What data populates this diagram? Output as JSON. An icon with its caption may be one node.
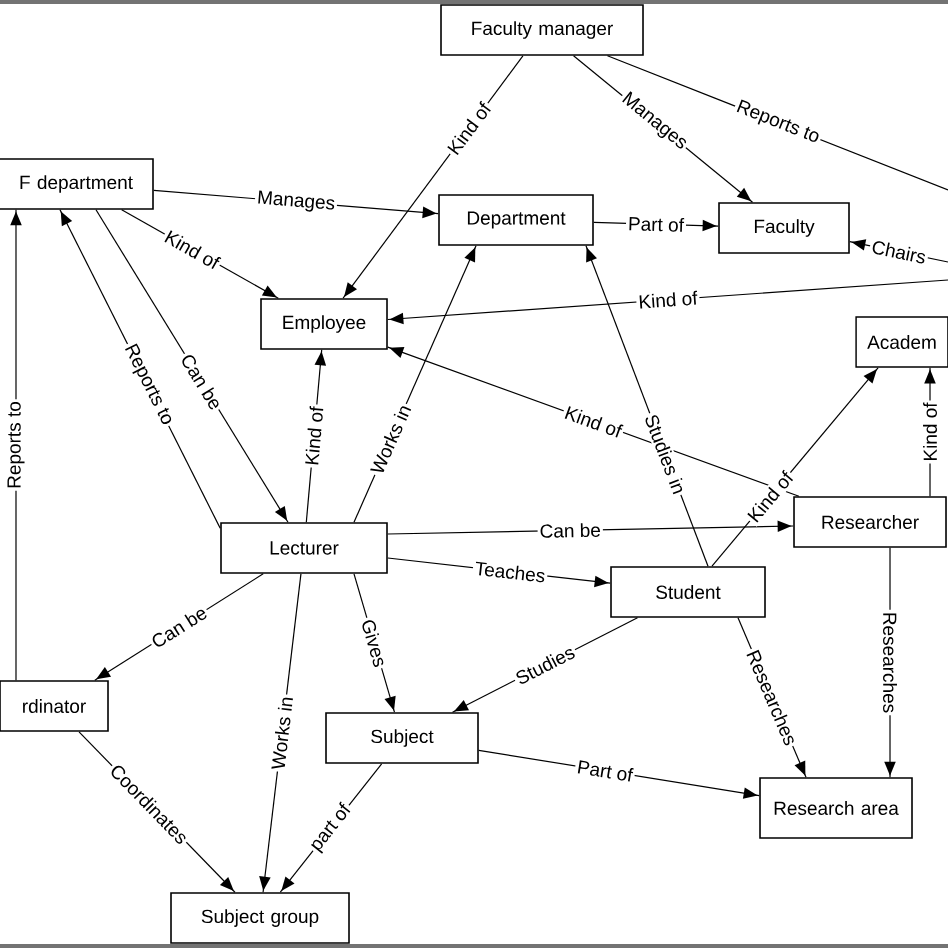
{
  "diagram": {
    "nodes": [
      {
        "text": [
          "Faculty manager"
        ]
      },
      {
        "text": [
          "F department"
        ]
      },
      {
        "text": [
          "Department"
        ]
      },
      {
        "text": [
          "Faculty"
        ]
      },
      {
        "text": [
          "Employee"
        ]
      },
      {
        "text": [
          "Academ"
        ]
      },
      {
        "text": [
          "Lecturer"
        ]
      },
      {
        "text": [
          "Researcher"
        ]
      },
      {
        "text": [
          "Student"
        ]
      },
      {
        "text": [
          "rdinator"
        ]
      },
      {
        "text": [
          "Subject"
        ]
      },
      {
        "text": [
          "Research area"
        ]
      },
      {
        "text": [
          "Subject group"
        ]
      }
    ],
    "edges": [
      {
        "from": 0,
        "to": 4,
        "arrow": "to",
        "label": "Kind of"
      },
      {
        "from": 0,
        "to": 3,
        "arrow": "to",
        "label": "Manages"
      },
      {
        "from": 0,
        "to": null,
        "arrow": "none",
        "label": "Reports to"
      },
      {
        "from": 1,
        "to": 2,
        "arrow": "to",
        "label": "Manages"
      },
      {
        "from": 1,
        "to": 4,
        "arrow": "to",
        "label": "Kind of"
      },
      {
        "from": 6,
        "to": 1,
        "arrow": "to",
        "label": "Reports to"
      },
      {
        "from": 1,
        "to": 6,
        "arrow": "to",
        "label": "Can be"
      },
      {
        "from": 9,
        "to": 1,
        "arrow": "to",
        "label": "Reports to"
      },
      {
        "from": 2,
        "to": 3,
        "arrow": "to",
        "label": "Part of"
      },
      {
        "from": null,
        "to": 3,
        "arrow": "to",
        "label": "Chairs"
      },
      {
        "from": null,
        "to": 4,
        "arrow": "to",
        "label": "Kind of"
      },
      {
        "from": 6,
        "to": 4,
        "arrow": "to",
        "label": "Kind of"
      },
      {
        "from": 6,
        "to": 2,
        "arrow": "to",
        "label": "Works in"
      },
      {
        "from": 7,
        "to": 4,
        "arrow": "to",
        "label": "Kind of"
      },
      {
        "from": 8,
        "to": 2,
        "arrow": "to",
        "label": "Studies in"
      },
      {
        "from": 8,
        "to": 5,
        "arrow": "to",
        "label": "Kind of"
      },
      {
        "from": 7,
        "to": 5,
        "arrow": "to",
        "label": "Kind of"
      },
      {
        "from": 6,
        "to": 7,
        "arrow": "to",
        "label": "Can be"
      },
      {
        "from": 6,
        "to": 8,
        "arrow": "to",
        "label": "Teaches"
      },
      {
        "from": 6,
        "to": 9,
        "arrow": "to",
        "label": "Can be"
      },
      {
        "from": 6,
        "to": 10,
        "arrow": "to",
        "label": "Gives"
      },
      {
        "from": 6,
        "to": 12,
        "arrow": "to",
        "label": "Works in"
      },
      {
        "from": 8,
        "to": 10,
        "arrow": "to",
        "label": "Studies"
      },
      {
        "from": 8,
        "to": 11,
        "arrow": "to",
        "label": "Researches"
      },
      {
        "from": 7,
        "to": 11,
        "arrow": "to",
        "label": "Researches"
      },
      {
        "from": 10,
        "to": 11,
        "arrow": "to",
        "label": "Part of"
      },
      {
        "from": 10,
        "to": 12,
        "arrow": "to",
        "label": "part of"
      },
      {
        "from": 9,
        "to": 12,
        "arrow": "to",
        "label": "Coordinates"
      }
    ]
  }
}
